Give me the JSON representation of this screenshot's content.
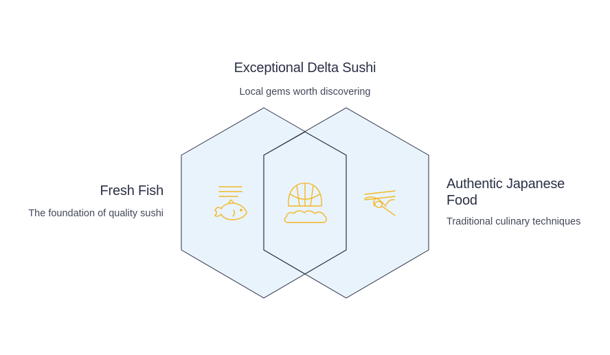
{
  "diagram": {
    "top": {
      "title": "Exceptional Delta Sushi",
      "description": "Local gems worth discovering",
      "icon": "sushi-platter-icon"
    },
    "left": {
      "title": "Fresh Fish",
      "description": "The foundation of quality sushi",
      "icon": "fish-icon"
    },
    "right": {
      "title": "Authentic Japanese Food",
      "description": "Traditional culinary techniques",
      "icon": "chopsticks-icon"
    }
  },
  "colors": {
    "hexagon_fill": "#e9f3fb",
    "overlap_fill": "#e9f3fb",
    "hexagon_stroke": "#2b2f45",
    "icon": "#f2b824",
    "title_text": "#2b2f45",
    "description_text": "#43485a"
  }
}
